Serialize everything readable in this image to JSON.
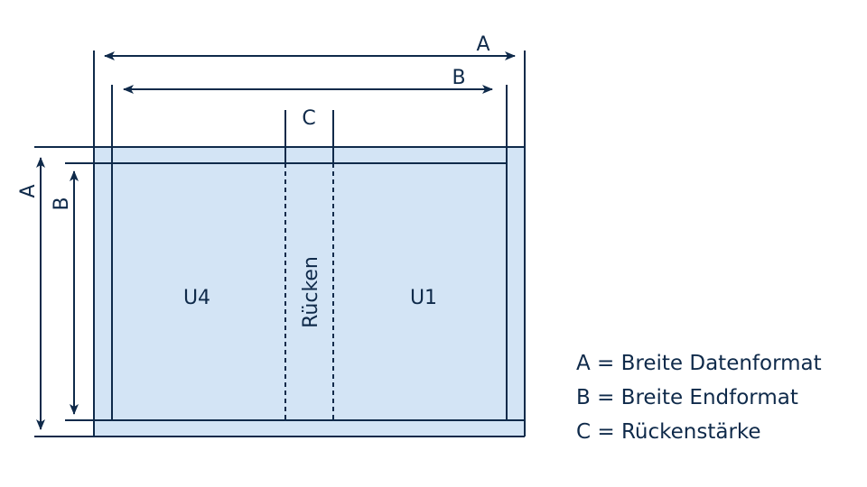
{
  "diagram": {
    "colors": {
      "line": "#0f2a4a",
      "fill": "#d3e4f5"
    },
    "dimension_labels": {
      "a_horizontal": "A",
      "b_horizontal": "B",
      "c_spine": "C",
      "a_vertical": "A",
      "b_vertical": "B"
    },
    "panels": {
      "back_cover": "U4",
      "spine": "Rücken",
      "front_cover": "U1"
    }
  },
  "legend": [
    "A = Breite Datenformat",
    "B = Breite Endformat",
    "C = Rückenstärke"
  ]
}
